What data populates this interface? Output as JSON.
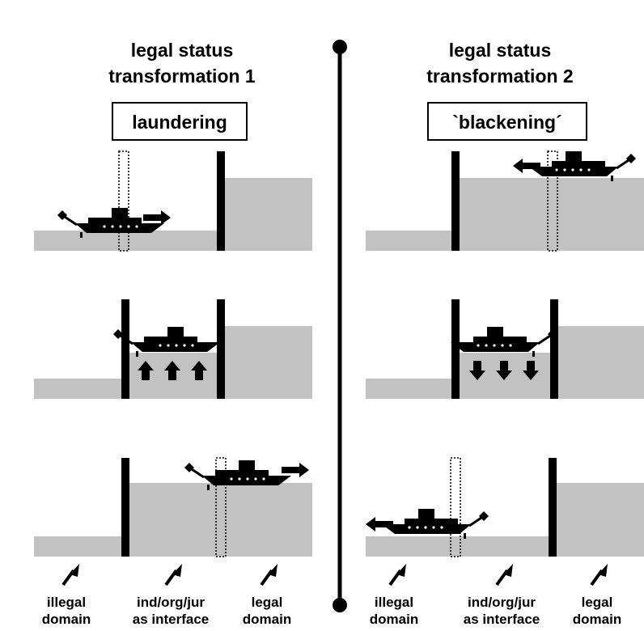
{
  "left_panel": {
    "title_line1": "legal status",
    "title_line2": "transformation 1",
    "box_label": "laundering",
    "lift_direction": "up"
  },
  "right_panel": {
    "title_line1": "legal status",
    "title_line2": "transformation 2",
    "box_label": "`blackening´",
    "lift_direction": "down"
  },
  "footer_labels": {
    "illegal_line1": "illegal",
    "illegal_line2": "domain",
    "interface_line1": "ind/org/jur",
    "interface_line2": "as interface",
    "legal_line1": "legal",
    "legal_line2": "domain"
  },
  "colors": {
    "water": "#c2c2c2",
    "ink": "#000000",
    "background": "#ffffff"
  },
  "icons": [
    "boat-icon",
    "arrow-right-icon",
    "arrow-left-icon",
    "arrow-up-icon",
    "arrow-down-icon",
    "pointer-arrow-icon",
    "lock-gate"
  ]
}
